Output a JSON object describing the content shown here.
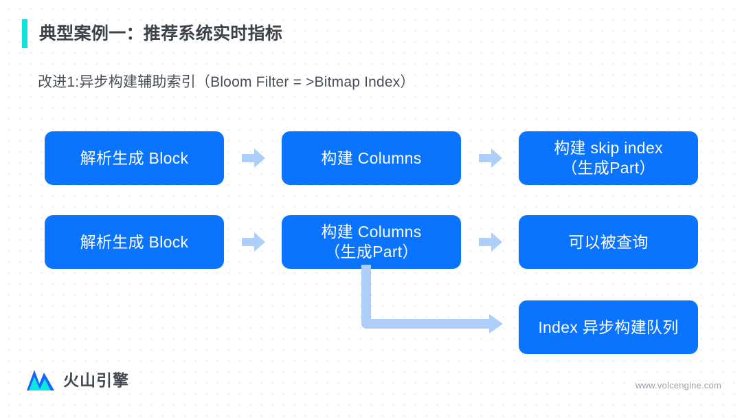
{
  "header": {
    "title": "典型案例一：推荐系统实时指标",
    "accent_color": "#12E2DC",
    "subtitle": "改进1:异步构建辅助索引（Bloom Filter = >Bitmap Index）"
  },
  "theme": {
    "box_color": "#0A74FF",
    "arrow_color": "#AECEFA",
    "text_color": "#3d4249",
    "background": "#ffffff"
  },
  "diagram": {
    "rows": [
      {
        "row_id": "row-1",
        "boxes": [
          {
            "id": "r1c1",
            "lines": [
              "解析生成 Block"
            ]
          },
          {
            "id": "r1c2",
            "lines": [
              "构建 Columns"
            ]
          },
          {
            "id": "r1c3",
            "lines": [
              "构建 skip index",
              "（生成Part）"
            ]
          }
        ],
        "arrows": [
          "arrow-right",
          "arrow-right"
        ]
      },
      {
        "row_id": "row-2",
        "boxes": [
          {
            "id": "r2c1",
            "lines": [
              "解析生成 Block"
            ]
          },
          {
            "id": "r2c2",
            "lines": [
              "构建 Columns",
              "（生成Part）"
            ]
          },
          {
            "id": "r2c3",
            "lines": [
              "可以被查询"
            ]
          }
        ],
        "arrows": [
          "arrow-right",
          "arrow-right"
        ]
      },
      {
        "row_id": "row-3",
        "boxes": [
          {
            "id": "r3c3",
            "lines": [
              "Index 异步构建队列"
            ]
          }
        ],
        "arrows": []
      }
    ],
    "connector": {
      "id": "elbow-connector",
      "from": "r2c2",
      "to": "r3c3",
      "shape": "down-then-right-arrow"
    }
  },
  "footer": {
    "brand": "火山引擎",
    "url": "www.volcengine.com"
  }
}
